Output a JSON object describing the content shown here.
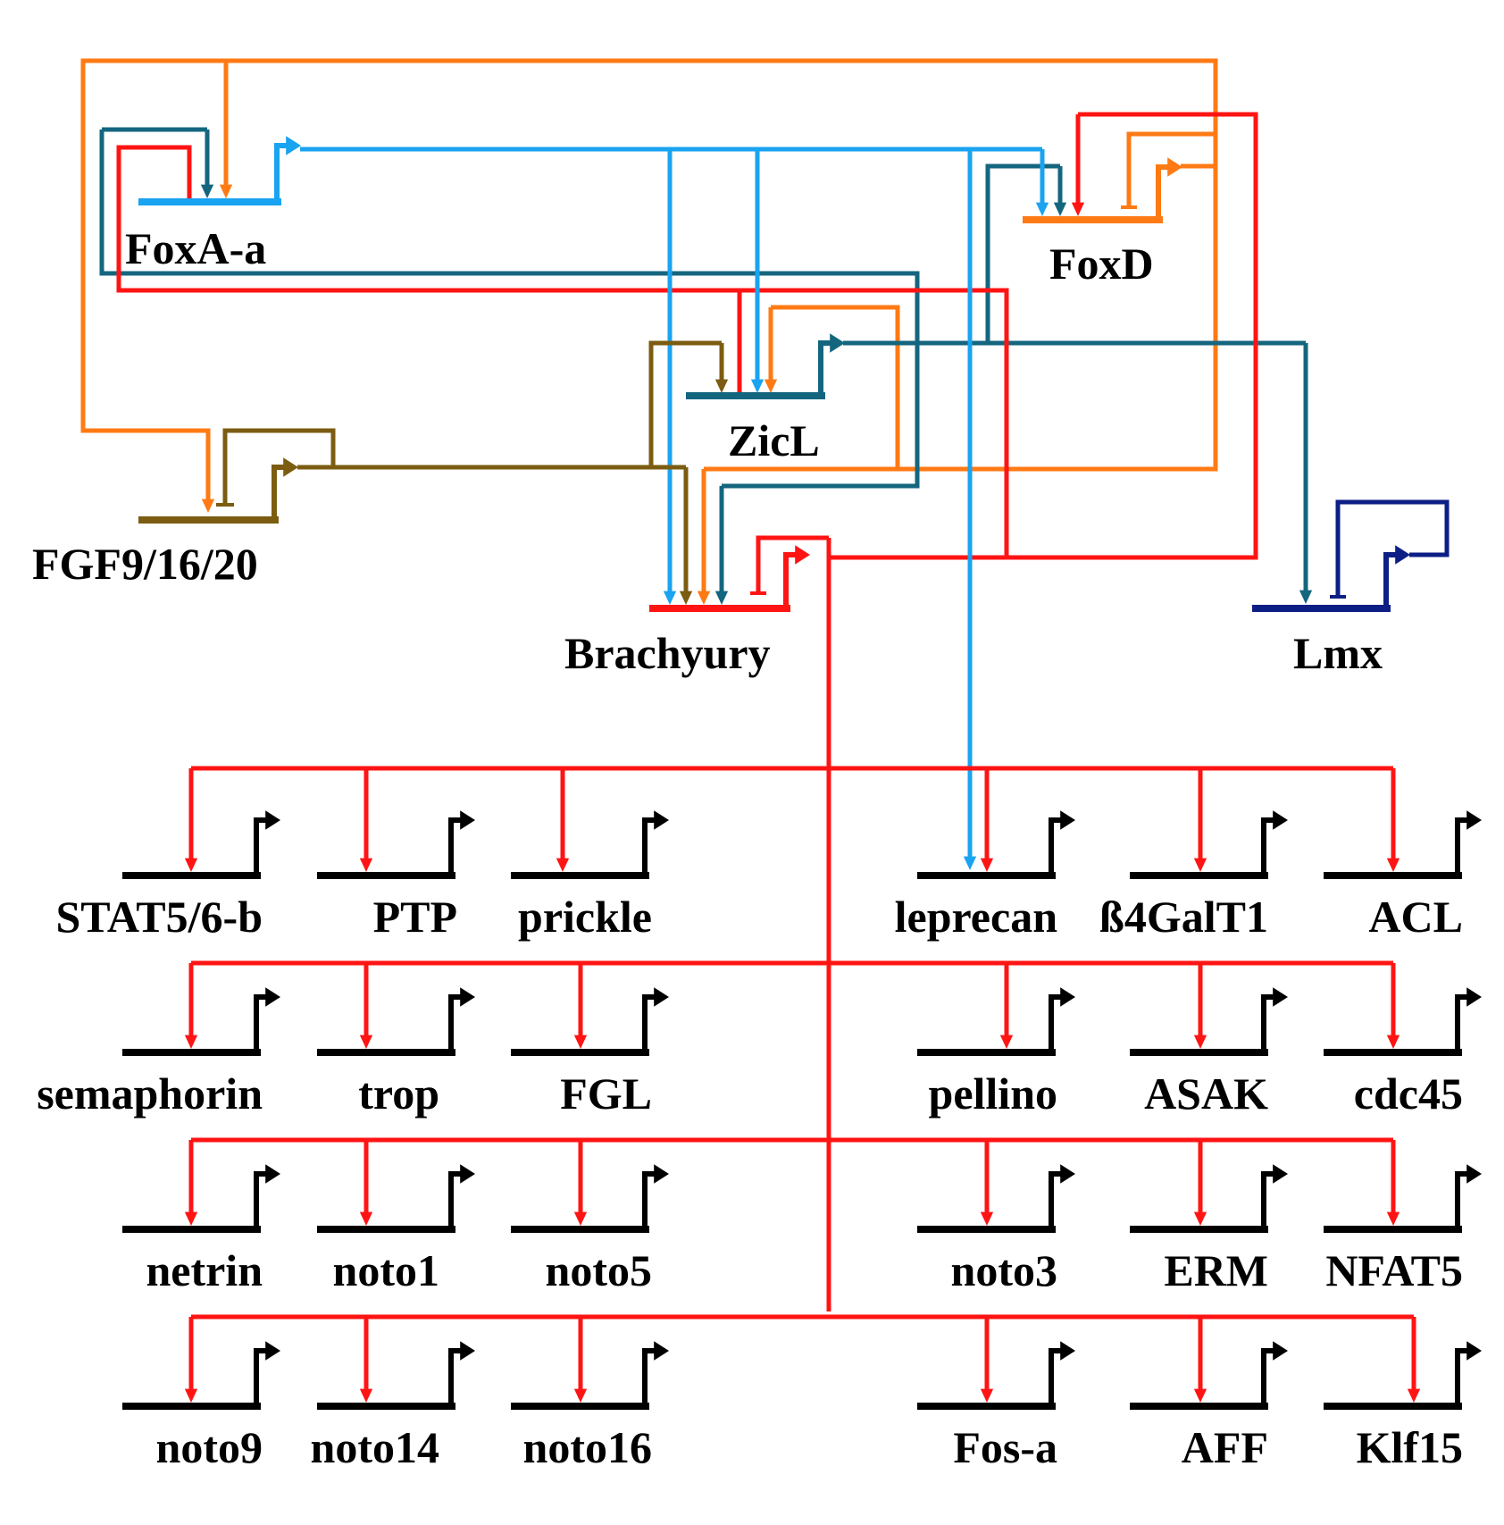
{
  "colors": {
    "foxa": "#1aa3f0",
    "foxd": "#ff7a14",
    "fgf": "#7b5c11",
    "zicl": "#14667f",
    "brachyury": "#ff1414",
    "lmx": "#0d1f85",
    "target": "#000000"
  },
  "genes": {
    "foxa": "FoxA-a",
    "foxd": "FoxD",
    "zicl": "ZicL",
    "fgf": "FGF9/16/20",
    "brachyury": "Brachyury",
    "lmx": "Lmx"
  },
  "targets": {
    "row1": [
      "STAT5/6-b",
      "PTP",
      "prickle",
      "leprecan",
      "ß4GalT1",
      "ACL"
    ],
    "row2": [
      "semaphorin",
      "trop",
      "FGL",
      "pellino",
      "ASAK",
      "cdc45"
    ],
    "row3": [
      "netrin",
      "noto1",
      "noto5",
      "noto3",
      "ERM",
      "NFAT5"
    ],
    "row4": [
      "noto9",
      "noto14",
      "noto16",
      "Fos-a",
      "AFF",
      "Klf15"
    ]
  }
}
